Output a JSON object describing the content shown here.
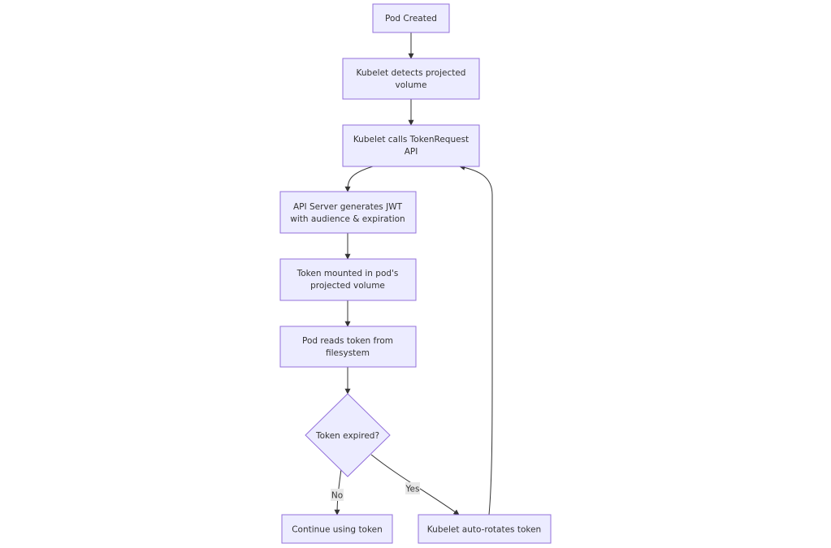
{
  "diagram": {
    "type": "flowchart",
    "colors": {
      "node_fill": "#ECECFF",
      "node_stroke": "#9370DB",
      "edge": "#333333",
      "label_bg": "#E8E8E8",
      "text": "#333333"
    },
    "nodes": {
      "pod_created": {
        "lines": [
          "Pod Created"
        ]
      },
      "detects_volume": {
        "lines": [
          "Kubelet detects projected",
          "volume"
        ]
      },
      "calls_tokenrequest": {
        "lines": [
          "Kubelet calls TokenRequest",
          "API"
        ]
      },
      "generates_jwt": {
        "lines": [
          "API Server generates JWT",
          "with audience & expiration"
        ]
      },
      "token_mounted": {
        "lines": [
          "Token mounted in pod's",
          "projected volume"
        ]
      },
      "reads_token": {
        "lines": [
          "Pod reads token from",
          "filesystem"
        ]
      },
      "token_expired": {
        "lines": [
          "Token expired?"
        ]
      },
      "continue_using": {
        "lines": [
          "Continue using token"
        ]
      },
      "auto_rotates": {
        "lines": [
          "Kubelet auto-rotates token"
        ]
      }
    },
    "edges": [
      {
        "from": "pod_created",
        "to": "detects_volume",
        "label": ""
      },
      {
        "from": "detects_volume",
        "to": "calls_tokenrequest",
        "label": ""
      },
      {
        "from": "calls_tokenrequest",
        "to": "generates_jwt",
        "label": ""
      },
      {
        "from": "generates_jwt",
        "to": "token_mounted",
        "label": ""
      },
      {
        "from": "token_mounted",
        "to": "reads_token",
        "label": ""
      },
      {
        "from": "reads_token",
        "to": "token_expired",
        "label": ""
      },
      {
        "from": "token_expired",
        "to": "continue_using",
        "label": "No"
      },
      {
        "from": "token_expired",
        "to": "auto_rotates",
        "label": "Yes"
      },
      {
        "from": "auto_rotates",
        "to": "calls_tokenrequest",
        "label": ""
      }
    ]
  }
}
